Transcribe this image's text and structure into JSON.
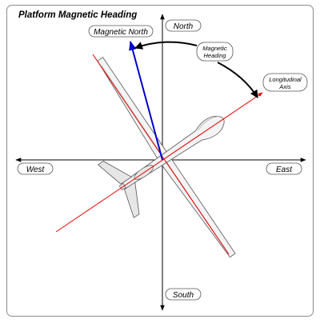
{
  "title": "Platform Magnetic Heading",
  "directions": {
    "north": "North",
    "south": "South",
    "east": "East",
    "west": "West"
  },
  "labels": {
    "magnetic_north": "Magnetic North",
    "magnetic_heading_line1": "Magnetic",
    "magnetic_heading_line2": "Heading",
    "longitudinal_axis_line1": "Longitudinal",
    "longitudinal_axis_line2": "Axis"
  },
  "colors": {
    "magnetic_north_arrow": "#0000cc",
    "longitudinal_axis": "#e00000",
    "heading_arc": "#000000",
    "compass_axes": "#000000"
  }
}
